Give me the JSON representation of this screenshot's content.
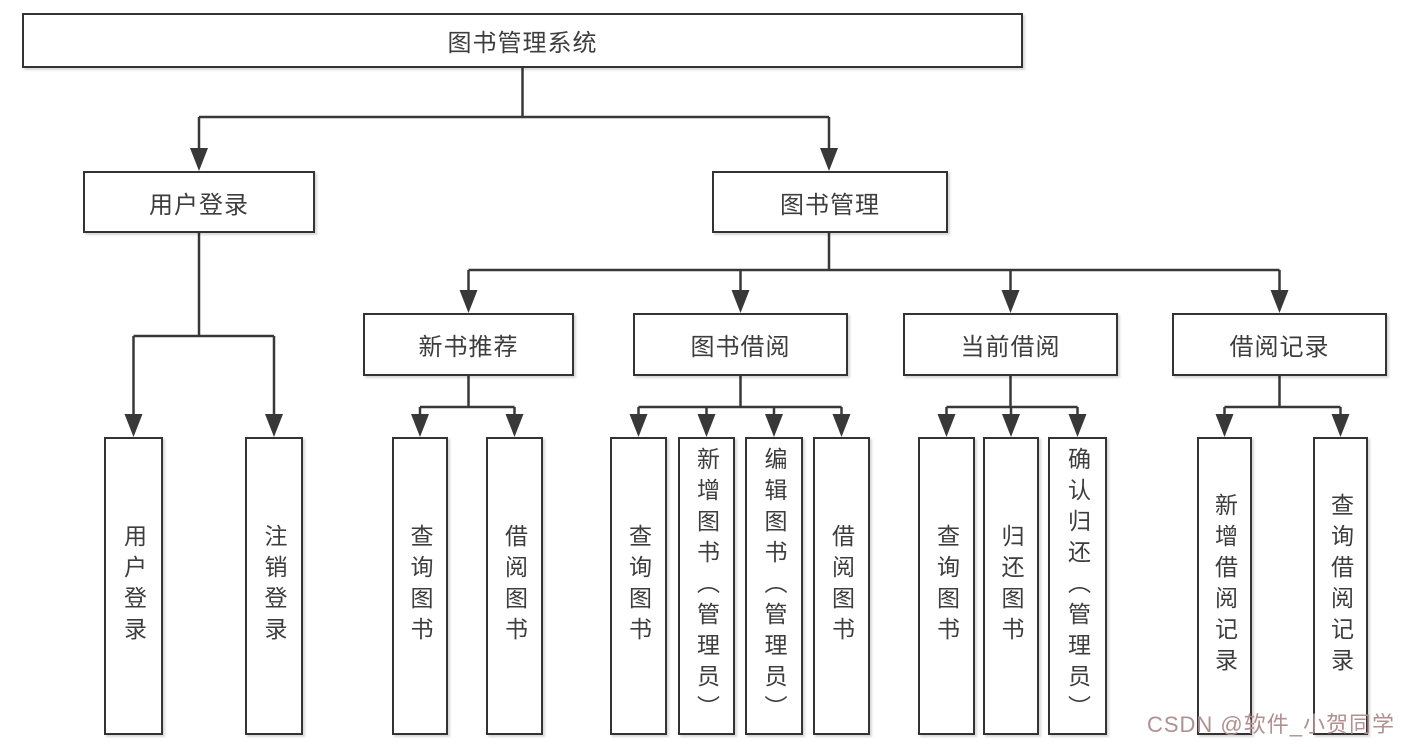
{
  "diagram": {
    "type": "tree-structure-diagram",
    "watermark": "CSDN @软件_小贺同学",
    "colors": {
      "background": "#ffffff",
      "box_border": "#333333",
      "line": "#383838",
      "text": "#3d3d3d",
      "watermark_text": "#b09090"
    },
    "tree": {
      "label": "图书管理系统",
      "children": [
        {
          "label": "用户登录",
          "children": [
            {
              "label": "用户登录"
            },
            {
              "label": "注销登录"
            }
          ]
        },
        {
          "label": "图书管理",
          "children": [
            {
              "label": "新书推荐",
              "children": [
                {
                  "label": "查询图书"
                },
                {
                  "label": "借阅图书"
                }
              ]
            },
            {
              "label": "图书借阅",
              "children": [
                {
                  "label": "查询图书"
                },
                {
                  "label": "新增图书（管理员）"
                },
                {
                  "label": "编辑图书（管理员）"
                },
                {
                  "label": "借阅图书"
                }
              ]
            },
            {
              "label": "当前借阅",
              "children": [
                {
                  "label": "查询图书"
                },
                {
                  "label": "归还图书"
                },
                {
                  "label": "确认归还（管理员）"
                }
              ]
            },
            {
              "label": "借阅记录",
              "children": [
                {
                  "label": "新增借阅记录"
                },
                {
                  "label": "查询借阅记录"
                }
              ]
            }
          ]
        }
      ]
    }
  }
}
